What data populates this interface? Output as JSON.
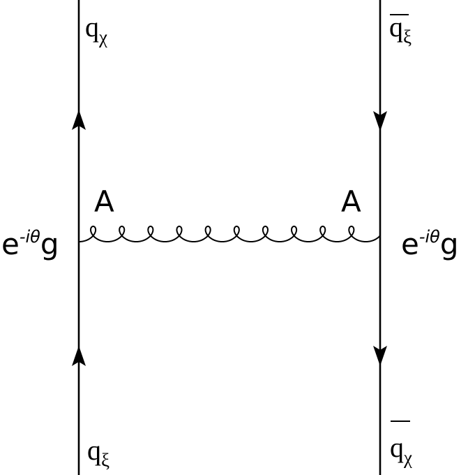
{
  "labels": {
    "top_left": {
      "base": "q",
      "sub": "χ"
    },
    "top_right": {
      "base": "q",
      "sub": "ξ"
    },
    "bottom_left": {
      "base": "q",
      "sub": "ξ"
    },
    "bottom_right": {
      "base": "q",
      "sub": "χ"
    },
    "vertex_left": "A",
    "vertex_right": "A",
    "coupling_left": {
      "base": "e",
      "sup": "-iθ",
      "tail": "g"
    },
    "coupling_right": {
      "base": "e",
      "sup": "-iθ",
      "tail": "g"
    }
  },
  "gluon": {
    "loops": 10
  }
}
